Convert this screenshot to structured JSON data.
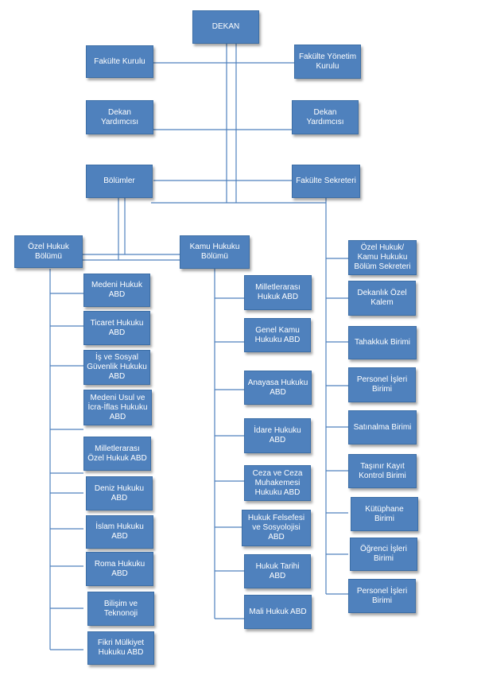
{
  "colors": {
    "box_fill": "#4f81bd",
    "box_border": "#3c6ea6",
    "connector": "#4f81bd",
    "text": "#ffffff"
  },
  "top": {
    "dekan": "DEKAN",
    "fakulte_kurulu": "Fakülte Kurulu",
    "fakulte_yonetim_kurulu": "Fakülte Yönetim\nKurulu",
    "dekan_yardimcisi_left": "Dekan\nYardımcısı",
    "dekan_yardimcisi_right": "Dekan\nYardımcısı",
    "bolumler": "Bölümler",
    "fakulte_sekreteri": "Fakülte Sekreteri"
  },
  "ozel_hukuk": {
    "title": "Özel Hukuk\nBölümü",
    "items": [
      "Medeni Hukuk\nABD",
      "Ticaret Hukuku\nABD",
      "İş ve Sosyal\nGüvenlik Hukuku\nABD",
      "Medeni Usul ve\nİcra-İflas Hukuku\nABD",
      "Milletlerarası\nÖzel Hukuk ABD",
      "Deniz Hukuku\nABD",
      "İslam Hukuku\nABD",
      "Roma Hukuku\nABD",
      "Bilişim ve\nTeknonoji",
      "Fikri Mülkiyet\nHukuku ABD"
    ]
  },
  "kamu_hukuku": {
    "title": "Kamu Hukuku\nBölümü",
    "items": [
      "Milletlerarası\nHukuk ABD",
      "Genel Kamu\nHukuku ABD",
      "Anayasa Hukuku\nABD",
      "İdare Hukuku\nABD",
      "Ceza ve Ceza\nMuhakemesi\nHukuku ABD",
      "Hukuk Felsefesi\nve Sosyolojisi\nABD",
      "Hukuk Tarihi\nABD",
      "Mali Hukuk ABD"
    ]
  },
  "sekreterlik": {
    "items": [
      "Özel Hukuk/\nKamu Hukuku\nBölüm Sekreteri",
      "Dekanlık Özel\nKalem",
      "Tahakkuk Birimi",
      "Personel İşleri\nBirimi",
      "Satınalma Birimi",
      "Taşınır Kayıt\nKontrol Birimi",
      "Kütüphane\nBirimi",
      "Öğrenci İşleri\nBirimi",
      "Personel İşleri\nBirimi"
    ]
  }
}
